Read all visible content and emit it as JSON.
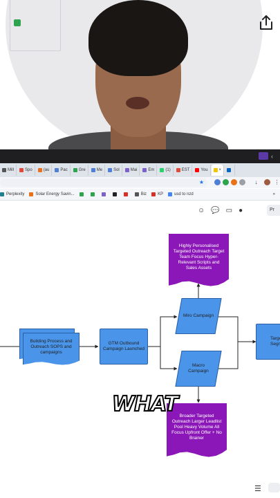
{
  "webcam": {
    "indicator_color": "#2ea44f",
    "share_icon": "share-icon"
  },
  "tabs": [
    {
      "label": "Mill",
      "color": "#555555"
    },
    {
      "label": "Spo",
      "color": "#e04a3a"
    },
    {
      "label": "(au",
      "color": "#e8711a"
    },
    {
      "label": "Pac",
      "color": "#4f7fd6"
    },
    {
      "label": "Gre",
      "color": "#2ea44f"
    },
    {
      "label": "Me",
      "color": "#4f7fd6"
    },
    {
      "label": "Sol",
      "color": "#4f7fd6"
    },
    {
      "label": "Mai",
      "color": "#7b61c9"
    },
    {
      "label": "Em",
      "color": "#7b61c9"
    },
    {
      "label": "(1)",
      "color": "#25d366"
    },
    {
      "label": "EST",
      "color": "#e04a3a"
    },
    {
      "label": "You",
      "color": "#ff0000"
    },
    {
      "label": "×",
      "color": "#f5c400",
      "active": true
    },
    {
      "label": "",
      "color": "#0a66c2"
    }
  ],
  "bookmarks": [
    {
      "label": "Perplexity",
      "color": "#20808d"
    },
    {
      "label": "Solar Energy Savin...",
      "color": "#e8711a"
    },
    {
      "label": "",
      "color": "#2ea44f"
    },
    {
      "label": "",
      "color": "#2ea44f"
    },
    {
      "label": "",
      "color": "#7b61c9"
    },
    {
      "label": "",
      "color": "#222222"
    },
    {
      "label": "",
      "color": "#d93025"
    },
    {
      "label": "Biz",
      "color": "#555555"
    },
    {
      "label": "KP",
      "color": "#d93025"
    },
    {
      "label": "usd to nzd",
      "color": "#4285f4"
    }
  ],
  "bookmarks_more": "»",
  "toolbar": {
    "present_label": "Pr"
  },
  "flow": {
    "outreach_sops": "Building Process and Outreach SOPS and campaigns",
    "gtm": "GTM Outbound Campaign Launched",
    "miro": "Miro Campaign",
    "macro": "Macro Campaign",
    "highly": "Highly Personalised Targeted Outreach Target Team Focus Hyper-Relevant Scripts and Sales Assets",
    "broader": "Broader Targeted Outreach Larger Leadlist Pool Heavy Volume All Focus Upfront Offer + No Brainer",
    "target_seg": "Targe Segm"
  },
  "caption": "WHAT"
}
